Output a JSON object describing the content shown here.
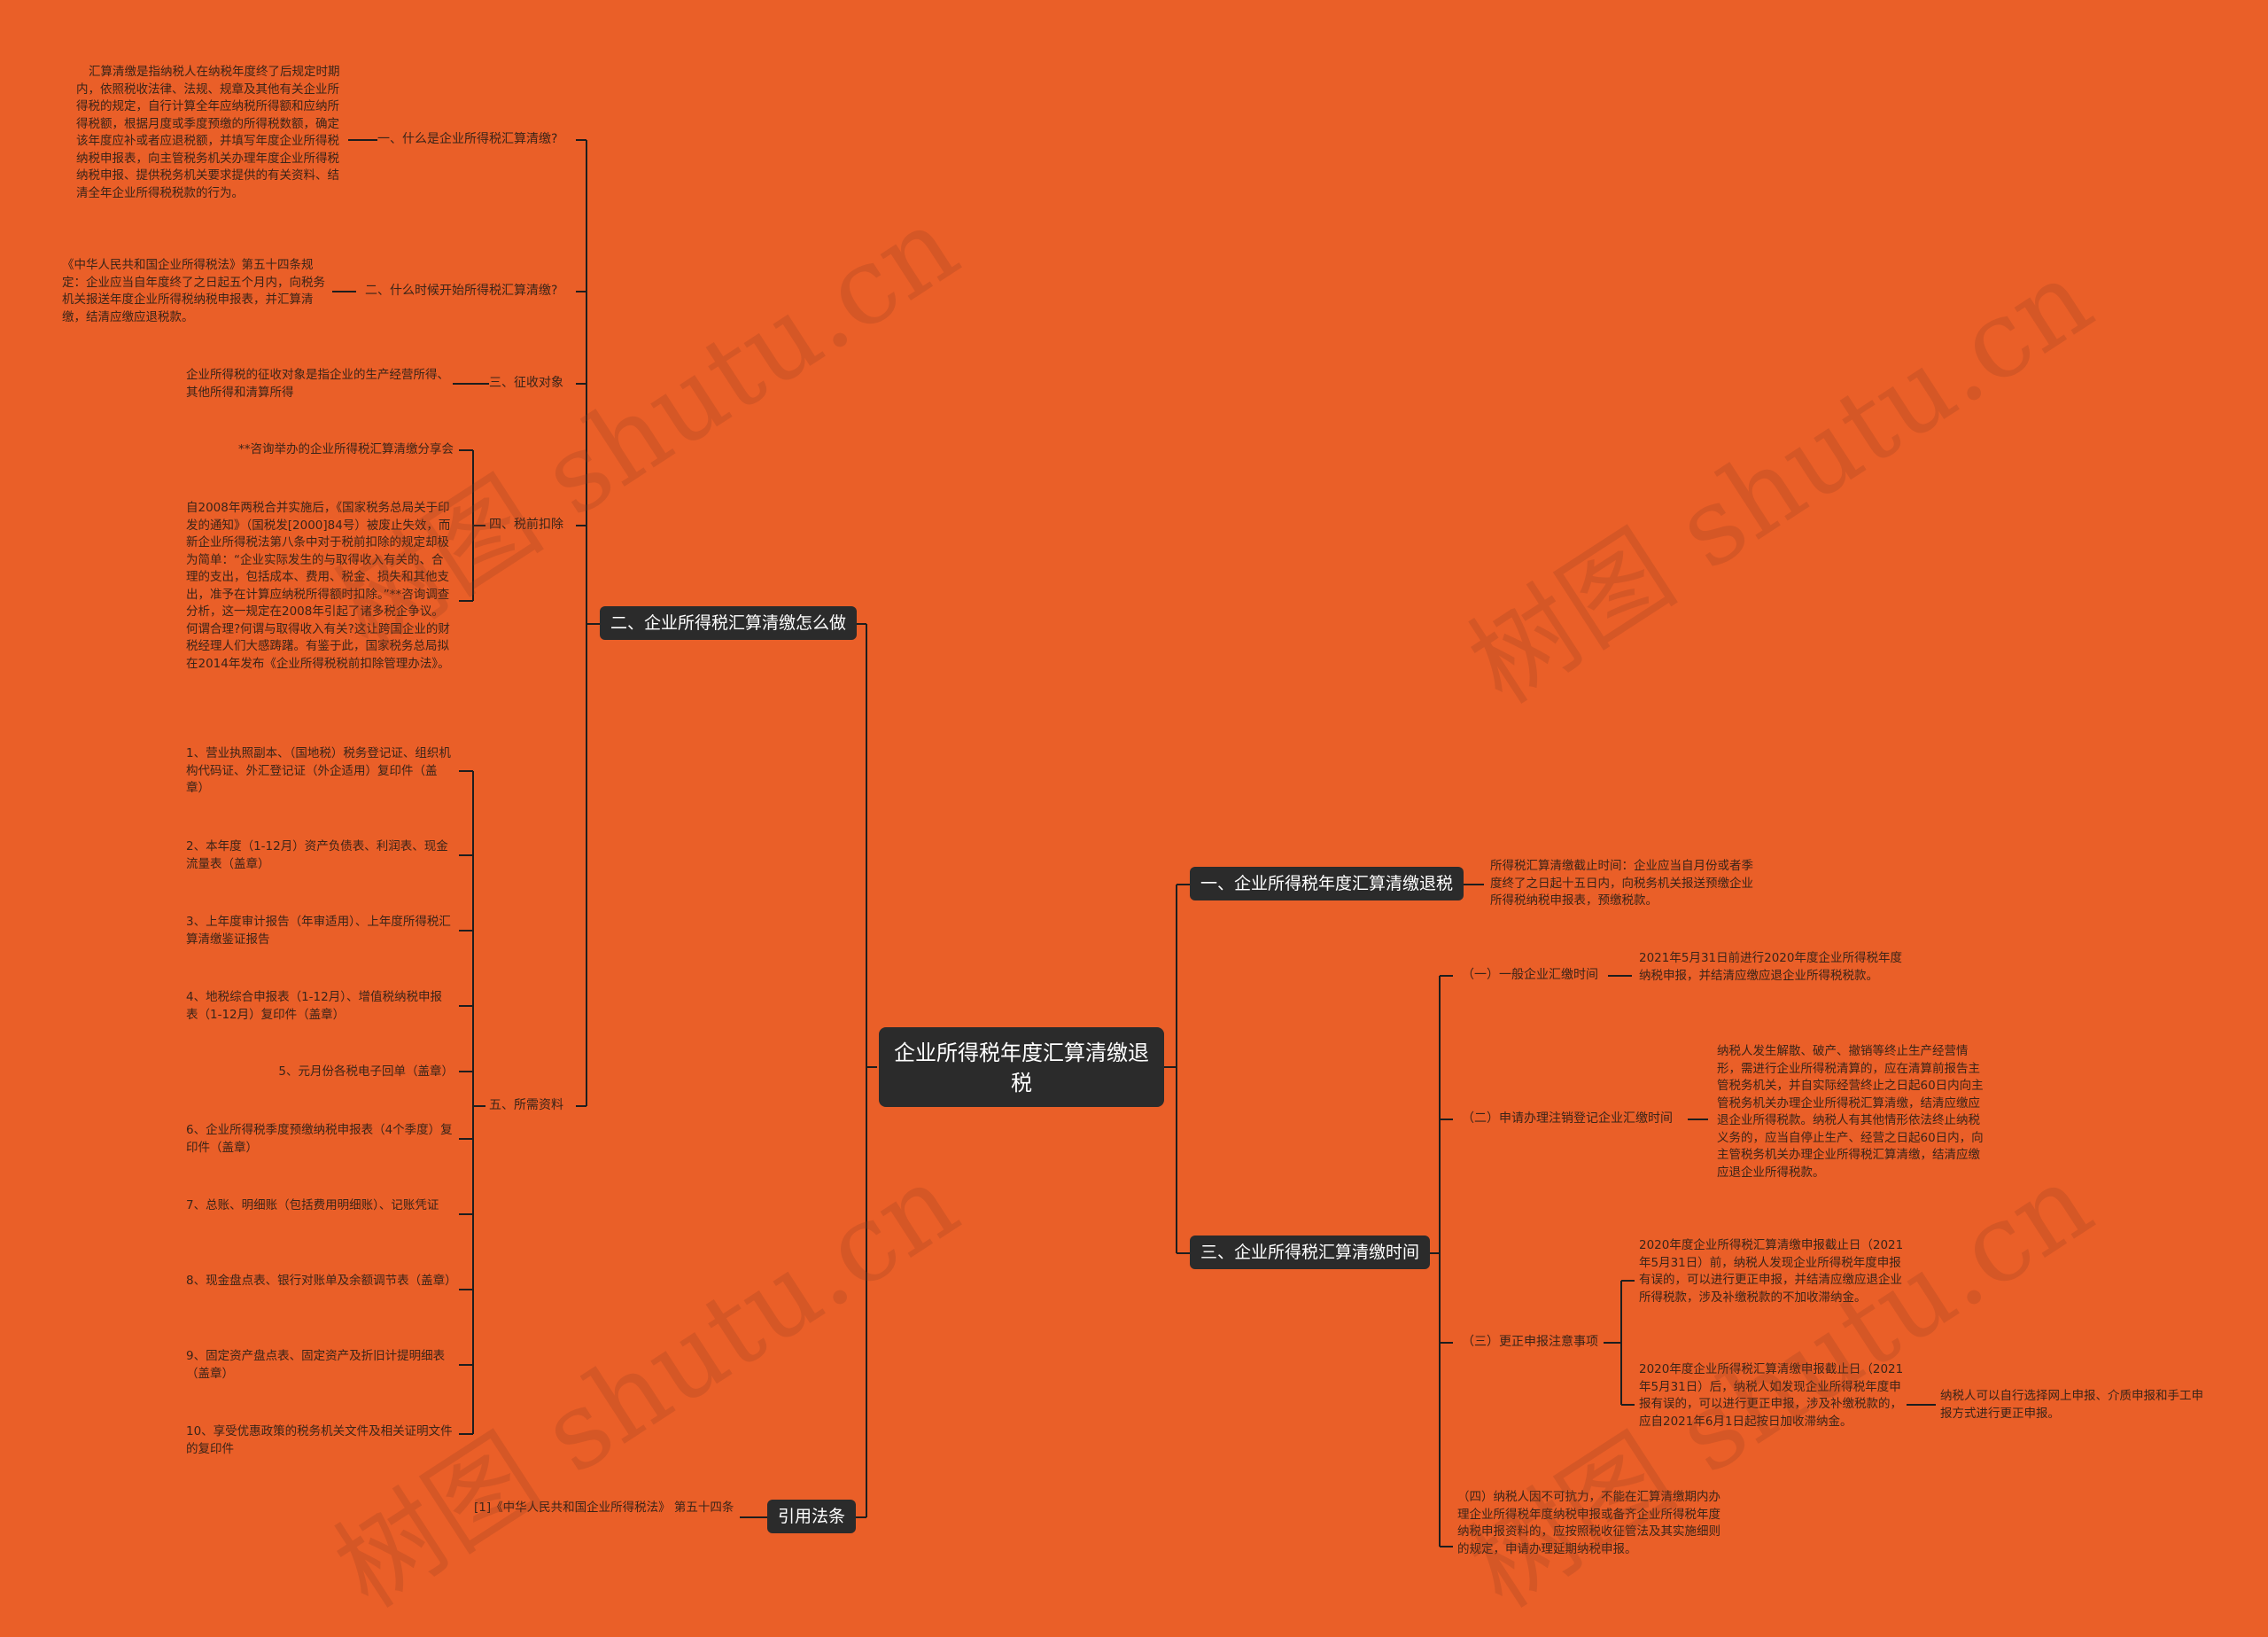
{
  "root": {
    "title": "企业所得税年度汇算清缴退税"
  },
  "branches": {
    "b1": "一、企业所得税年度汇算清缴退税",
    "b2": "二、企业所得税汇算清缴怎么做",
    "b3": "三、企业所得税汇算清缴时间",
    "b4": "引用法条"
  },
  "left": {
    "items": [
      {
        "label": "一、什么是企业所得税汇算清缴?",
        "text": "汇算清缴是指纳税人在纳税年度终了后规定时期内，依照税收法律、法规、规章及其他有关企业所得税的规定，自行计算全年应纳税所得额和应纳所得税额，根据月度或季度预缴的所得税数额，确定该年度应补或者应退税额，并填写年度企业所得税纳税申报表，向主管税务机关办理年度企业所得税纳税申报、提供税务机关要求提供的有关资料、结清全年企业所得税税款的行为。"
      },
      {
        "label": "二、什么时候开始所得税汇算清缴?",
        "text": "《中华人民共和国企业所得税法》第五十四条规定：企业应当自年度终了之日起五个月内，向税务机关报送年度企业所得税纳税申报表，并汇算清缴，结清应缴应退税款。"
      },
      {
        "label": "三、征收对象",
        "text": "企业所得税的征收对象是指企业的生产经营所得、其他所得和清算所得"
      },
      {
        "label": "四、税前扣除",
        "sub": [
          "**咨询举办的企业所得税汇算清缴分享会",
          "自2008年两税合并实施后，《国家税务总局关于印发的通知》（国税发[2000]84号）被废止失效，而新企业所得税法第八条中对于税前扣除的规定却极为简单：“企业实际发生的与取得收入有关的、合理的支出，包括成本、费用、税金、损失和其他支出，准予在计算应纳税所得额时扣除。”**咨询调查分析，这一规定在2008年引起了诸多税企争议。何谓合理?何谓与取得收入有关?这让跨国企业的财税经理人们大感踌躇。有鉴于此，国家税务总局拟在2014年发布《企业所得税税前扣除管理办法》。"
        ]
      },
      {
        "label": "五、所需资料",
        "sub": [
          "1、营业执照副本、（国地税）税务登记证、组织机构代码证、外汇登记证（外企适用）复印件（盖章）",
          "2、本年度（1-12月）资产负债表、利润表、现金流量表（盖章）",
          "3、上年度审计报告（年审适用）、上年度所得税汇算清缴鉴证报告",
          "4、地税综合申报表（1-12月）、增值税纳税申报表（1-12月）复印件（盖章）",
          "5、元月份各税电子回单（盖章）",
          "6、企业所得税季度预缴纳税申报表（4个季度）复印件（盖章）",
          "7、总账、明细账（包括费用明细账）、记账凭证",
          "8、现金盘点表、银行对账单及余额调节表（盖章）",
          "9、固定资产盘点表、固定资产及折旧计提明细表（盖章）",
          "10、享受优惠政策的税务机关文件及相关证明文件的复印件"
        ]
      }
    ]
  },
  "law": {
    "text": "[1]《中华人民共和国企业所得税法》 第五十四条"
  },
  "right": {
    "b1_text": "所得税汇算清缴截止时间：企业应当自月份或者季度终了之日起十五日内，向税务机关报送预缴企业所得税纳税申报表，预缴税款。",
    "time": {
      "i1": {
        "label": "（一）一般企业汇缴时间",
        "text": "2021年5月31日前进行2020年度企业所得税年度纳税申报，并结清应缴应退企业所得税税款。"
      },
      "i2": {
        "label": "（二）申请办理注销登记企业汇缴时间",
        "text": "纳税人发生解散、破产、撤销等终止生产经营情形，需进行企业所得税清算的，应在清算前报告主管税务机关，并自实际经营终止之日起60日内向主管税务机关办理企业所得税汇算清缴，结清应缴应退企业所得税款。纳税人有其他情形依法终止纳税义务的，应当自停止生产、经营之日起60日内，向主管税务机关办理企业所得税汇算清缴，结清应缴应退企业所得税款。"
      },
      "i3": {
        "label": "（三）更正申报注意事项",
        "a": "2020年度企业所得税汇算清缴申报截止日（2021年5月31日）前，纳税人发现企业所得税年度申报有误的，可以进行更正申报，并结清应缴应退企业所得税款，涉及补缴税款的不加收滞纳金。",
        "b": "2020年度企业所得税汇算清缴申报截止日（2021年5月31日）后，纳税人如发现企业所得税年度申报有误的，可以进行更正申报，涉及补缴税款的，应自2021年6月1日起按日加收滞纳金。",
        "b_extra": "纳税人可以自行选择网上申报、介质申报和手工申报方式进行更正申报。"
      },
      "i4": {
        "text": "（四）纳税人因不可抗力，不能在汇算清缴期内办理企业所得税年度纳税申报或备齐企业所得税年度纳税申报资料的，应按照税收征管法及其实施细则的规定，申请办理延期纳税申报。"
      }
    }
  },
  "watermark": "树图 shutu.cn",
  "colors": {
    "background": "#ea5f28",
    "node": "#2b2b2b",
    "line": "#1e1e1e"
  }
}
